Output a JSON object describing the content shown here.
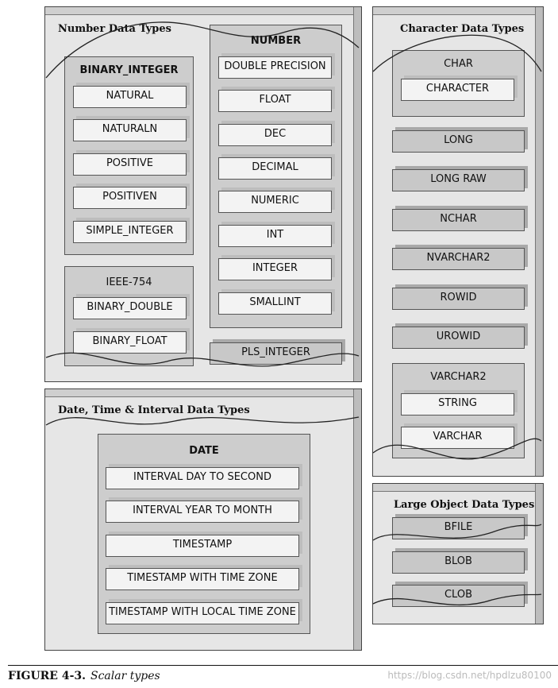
{
  "number_panel": {
    "title": "Number Data Types",
    "binary_integer": {
      "title": "BINARY_INTEGER",
      "items": [
        "NATURAL",
        "NATURALN",
        "POSITIVE",
        "POSITIVEN",
        "SIMPLE_INTEGER"
      ]
    },
    "ieee": {
      "title": "IEEE-754",
      "items": [
        "BINARY_DOUBLE",
        "BINARY_FLOAT"
      ]
    },
    "number": {
      "title": "NUMBER",
      "items": [
        "DOUBLE PRECISION",
        "FLOAT",
        "DEC",
        "DECIMAL",
        "NUMERIC",
        "INT",
        "INTEGER",
        "SMALLINT"
      ]
    },
    "pls_integer": "PLS_INTEGER"
  },
  "character_panel": {
    "title": "Character Data Types",
    "char": {
      "title": "CHAR",
      "items": [
        "CHARACTER"
      ]
    },
    "items": [
      "LONG",
      "LONG RAW",
      "NCHAR",
      "NVARCHAR2",
      "ROWID",
      "UROWID"
    ],
    "varchar2": {
      "title": "VARCHAR2",
      "items": [
        "STRING",
        "VARCHAR"
      ]
    }
  },
  "date_panel": {
    "title": "Date, Time & Interval Data Types",
    "date": {
      "title": "DATE",
      "items": [
        "INTERVAL DAY TO SECOND",
        "INTERVAL YEAR TO MONTH",
        "TIMESTAMP",
        "TIMESTAMP WITH TIME ZONE",
        "TIMESTAMP WITH LOCAL TIME ZONE"
      ]
    }
  },
  "lob_panel": {
    "title": "Large Object Data Types",
    "items": [
      "BFILE",
      "BLOB",
      "CLOB"
    ]
  },
  "caption": {
    "figure": "FIGURE 4-3.",
    "title": "Scalar types"
  },
  "watermark": "https://blog.csdn.net/hpdlzu80100"
}
